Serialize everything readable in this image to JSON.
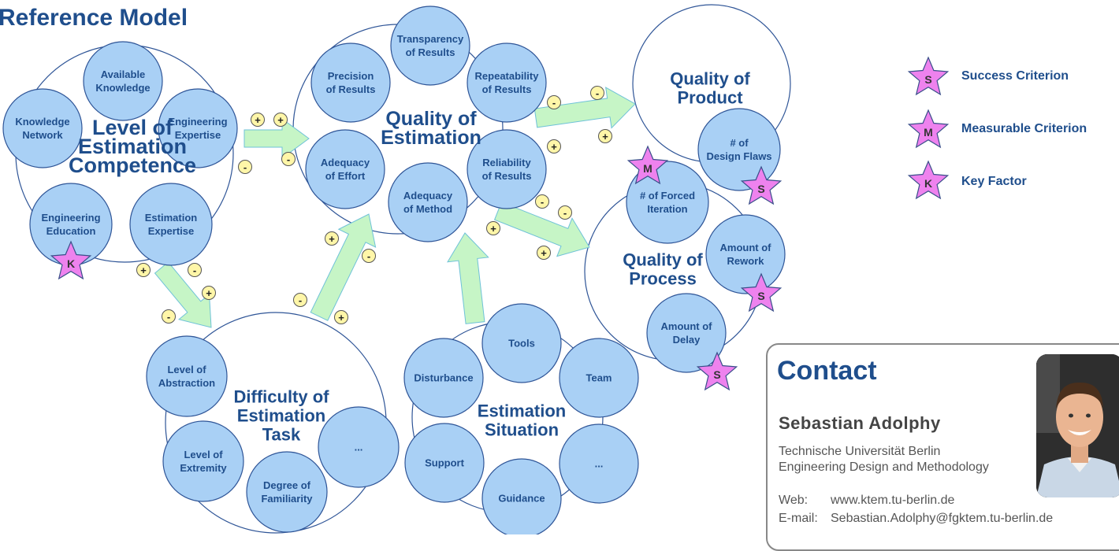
{
  "title": "Reference Model",
  "big_circles": {
    "competence": [
      "Level of",
      "Estimation",
      "Competence"
    ],
    "quality_estimation": [
      "Quality of",
      "Estimation"
    ],
    "quality_product": [
      "Quality of",
      "Product"
    ],
    "quality_process": [
      "Quality of",
      "Process"
    ],
    "difficulty": [
      "Difficulty of",
      "Estimation",
      "Task"
    ],
    "situation": [
      "Estimation",
      "Situation"
    ]
  },
  "small_circles": {
    "available_knowledge": [
      "Available",
      "Knowledge"
    ],
    "knowledge_network": [
      "Knowledge",
      "Network"
    ],
    "engineering_expertise": [
      "Engineering",
      "Expertise"
    ],
    "engineering_education": [
      "Engineering",
      "Education"
    ],
    "estimation_expertise": [
      "Estimation",
      "Expertise"
    ],
    "transparency": [
      "Transparency",
      "of Results"
    ],
    "precision": [
      "Precision",
      "of Results"
    ],
    "repeatability": [
      "Repeatability",
      "of Results"
    ],
    "adequacy_effort": [
      "Adequacy",
      "of Effort"
    ],
    "reliability": [
      "Reliability",
      "of Results"
    ],
    "adequacy_method": [
      "Adequacy",
      "of Method"
    ],
    "design_flaws": [
      "#  of",
      "Design Flaws"
    ],
    "forced_iteration": [
      "#  of Forced",
      "Iteration"
    ],
    "amount_rework": [
      "Amount of",
      "Rework"
    ],
    "amount_delay": [
      "Amount of",
      "Delay"
    ],
    "level_abstraction": [
      "Level of",
      "Abstraction"
    ],
    "level_extremity": [
      "Level of",
      "Extremity"
    ],
    "degree_familiarity": [
      "Degree of",
      "Familiarity"
    ],
    "difficulty_more": [
      "..."
    ],
    "tools": [
      "Tools"
    ],
    "disturbance": [
      "Disturbance"
    ],
    "team": [
      "Team"
    ],
    "support": [
      "Support"
    ],
    "guidance": [
      "Guidance"
    ],
    "situation_more": [
      "..."
    ]
  },
  "signs": {
    "plus": "+",
    "minus": "-"
  },
  "stars": {
    "S": "S",
    "M": "M",
    "K": "K"
  },
  "legend": {
    "success": "Success Criterion",
    "measurable": "Measurable Criterion",
    "key": "Key Factor"
  },
  "contact": {
    "title": "Contact",
    "name": "Sebastian  Adolphy",
    "org1": "Technische Universität Berlin",
    "org2": "Engineering Design and Methodology",
    "web_label": "Web:",
    "web": "www.ktem.tu-berlin.de",
    "mail_label": "E-mail:",
    "mail": "Sebastian.Adolphy@fgktem.tu-berlin.de"
  },
  "colors": {
    "circle_fill": "#a9d0f5",
    "circle_stroke": "#2f5597",
    "text": "#1f4e8c",
    "arrow_fill": "#c6f5c6",
    "arrow_stroke": "#6fc2d8",
    "star_fill": "#ee82ee",
    "sign_fill": "#fff6a8"
  }
}
